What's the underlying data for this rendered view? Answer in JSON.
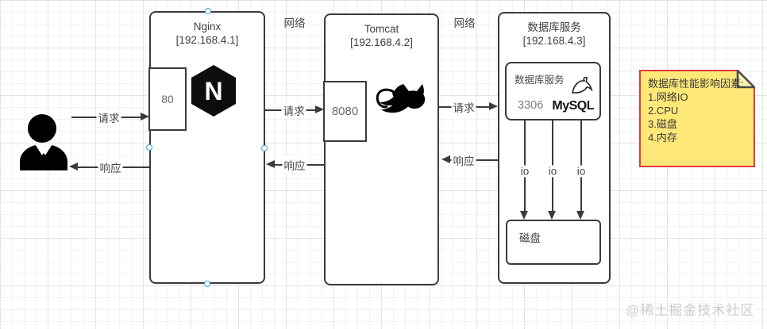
{
  "diagram": {
    "nginx": {
      "title": "Nginx",
      "ip": "[192.168.4.1]",
      "port": "80"
    },
    "tomcat": {
      "title": "Tomcat",
      "ip": "[192.168.4.2]",
      "port": "8080"
    },
    "database": {
      "title": "数据库服务",
      "ip": "[192.168.4.3]",
      "mysql": {
        "label": "数据库服务",
        "port": "3306",
        "brand": "MySQL"
      },
      "io_labels": [
        "io",
        "io",
        "io"
      ],
      "disk_label": "磁盘"
    },
    "edges": {
      "network1": "网络",
      "network2": "网络",
      "request1": "请求",
      "request2": "请求",
      "request3": "请求",
      "response1": "响应",
      "response2": "响应",
      "response3": "响应"
    }
  },
  "note": {
    "title": "数据库性能影响因素:",
    "items": [
      "1.网络IO",
      "2.CPU",
      "3.磁盘",
      "4.内存"
    ]
  },
  "watermark": "@稀土掘金技术社区",
  "colors": {
    "stroke": "#3b3b3b",
    "note_fill": "#ffe878",
    "note_border": "#e23b3b",
    "handle_blue": "#3ba7e0"
  }
}
